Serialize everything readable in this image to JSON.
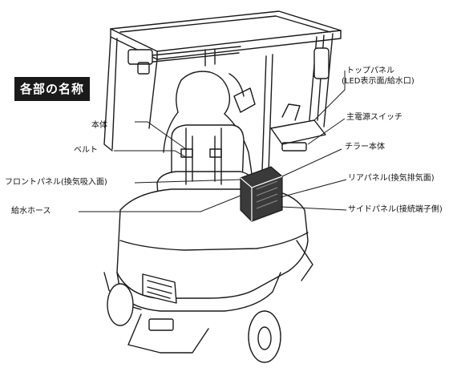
{
  "title": "各部の名称",
  "labels": {
    "top_panel": "トップパネル",
    "top_panel_sub": "(LED表示面/給水口)",
    "main_switch": "主電源スイッチ",
    "chiller_body": "チラー本体",
    "rear_panel": "リアパネル(換気排気面)",
    "side_panel": "サイドパネル(接続端子側)",
    "main_body": "本体",
    "belt": "ベルト",
    "front_panel": "フロントパネル(換気吸入面)",
    "water_hose": "給水ホース"
  },
  "colors": {
    "line": "#1a1a1a",
    "unit_dark": "#3a3a3a",
    "badge_bg": "#1a1a1a"
  }
}
